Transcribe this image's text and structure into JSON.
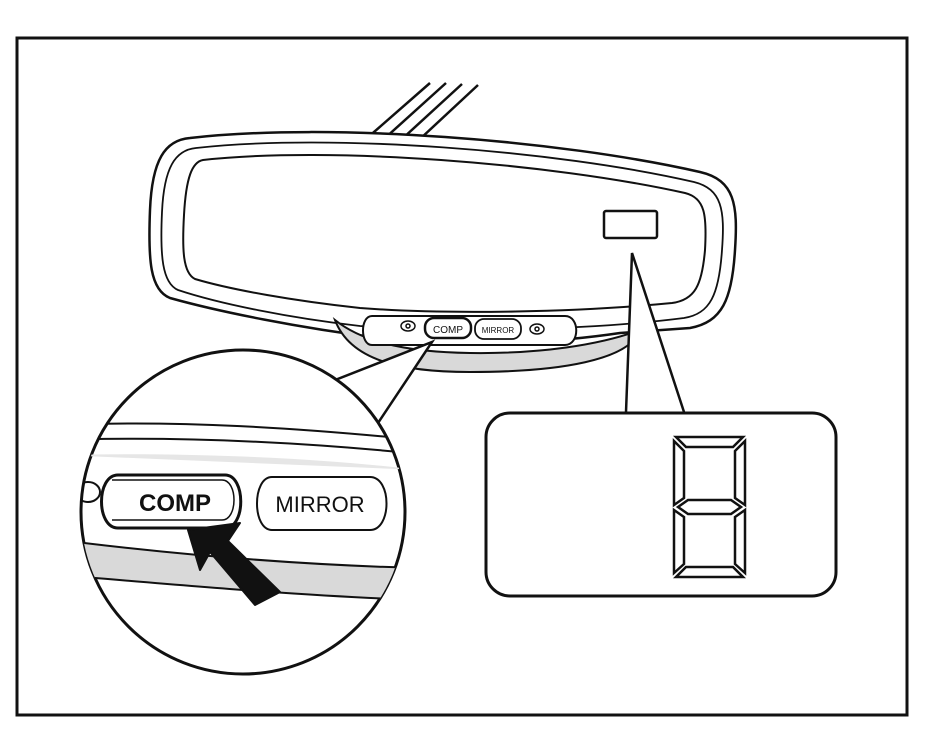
{
  "mirror_buttons": {
    "comp_small": "COMP",
    "mirror_small": "MIRROR"
  },
  "magnified_view": {
    "comp_label": "COMP",
    "mirror_label": "MIRROR"
  },
  "compass_display": {
    "segments_lit": [
      "a",
      "b",
      "c",
      "d",
      "e",
      "f",
      "g"
    ]
  },
  "colors": {
    "ink": "#111111",
    "paper": "#ffffff",
    "shade": "#d9d9d9"
  }
}
